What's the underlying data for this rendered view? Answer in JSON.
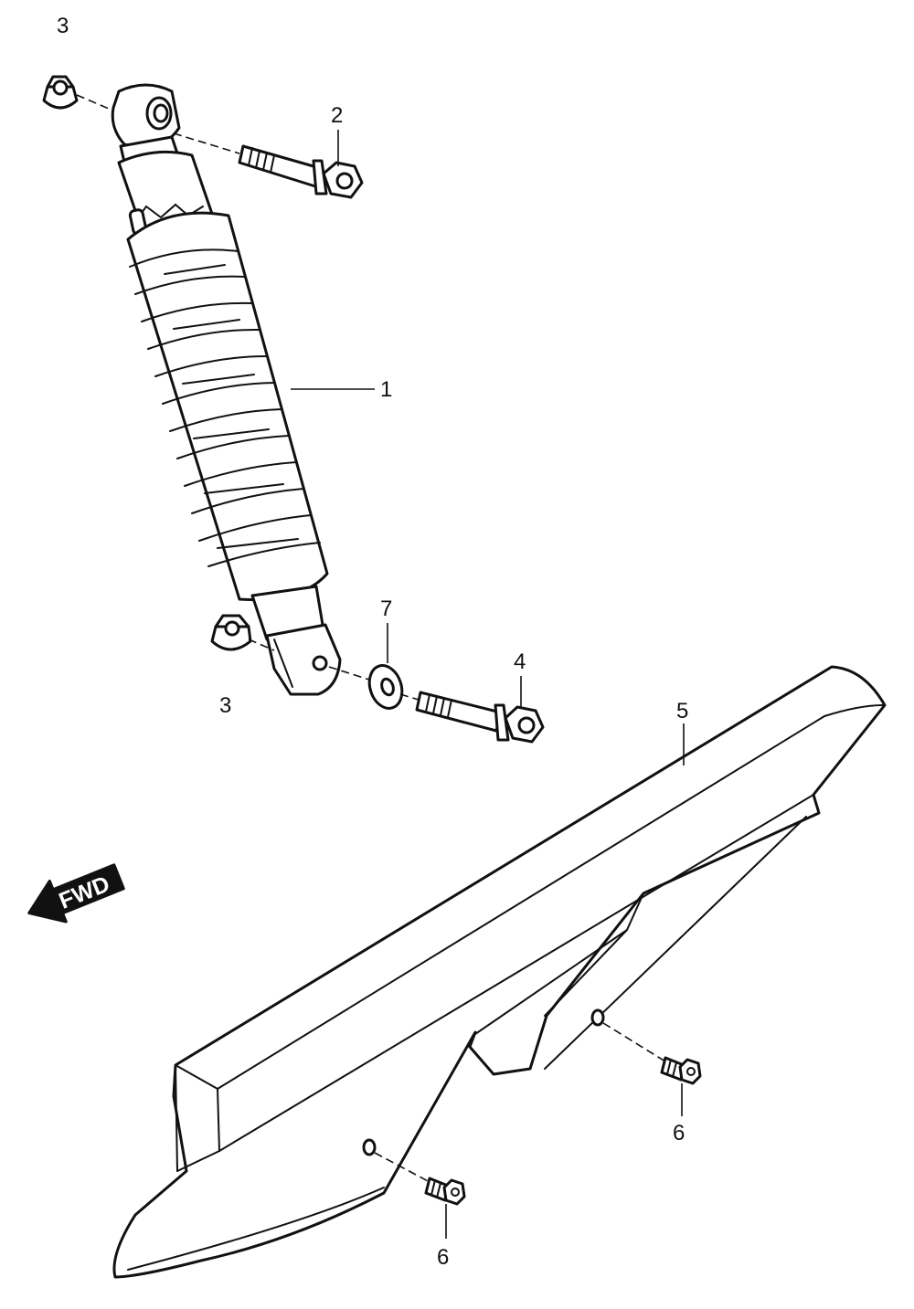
{
  "callouts": [
    {
      "id": "1",
      "label": "1"
    },
    {
      "id": "2",
      "label": "2"
    },
    {
      "id": "3",
      "label": "3"
    },
    {
      "id": "4",
      "label": "4"
    },
    {
      "id": "5",
      "label": "5"
    },
    {
      "id": "6",
      "label": "6"
    },
    {
      "id": "7",
      "label": "7"
    }
  ],
  "direction_label": "FWD",
  "colors": {
    "line": "#111111",
    "background": "#ffffff"
  }
}
